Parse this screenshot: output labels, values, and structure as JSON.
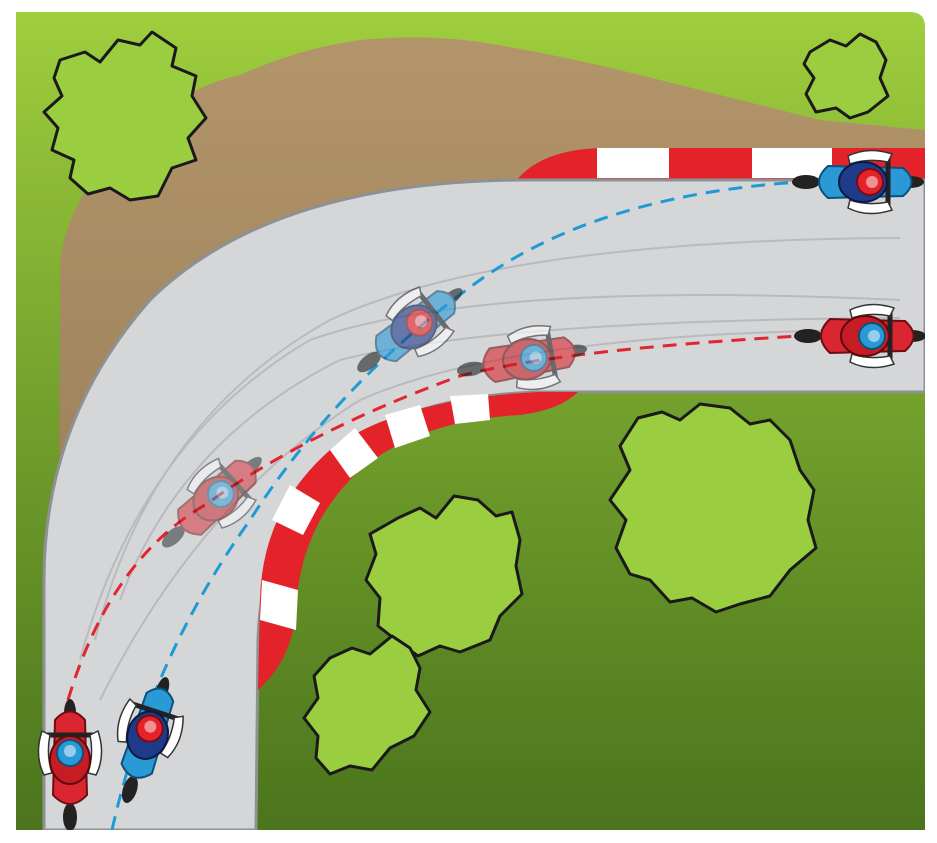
{
  "scene": {
    "colors": {
      "grass_top": "#9ccb3b",
      "grass_bottom": "#4e7a1f",
      "dirt": "#a88a5e",
      "track": "#d4d6d8",
      "track_edge": "#8e9194",
      "kerb_red": "#e4222a",
      "kerb_white": "#ffffff",
      "bush_fill": "#9acd3f",
      "bush_stroke": "#1a1a1a",
      "blue_line": "#1e9bd7",
      "red_line": "#e0262e",
      "blue_bike": "#2a9ad6",
      "red_bike": "#d92630"
    },
    "riders": [
      {
        "name": "blue-rider",
        "color": "#2a9ad6",
        "line_style": "dashed",
        "line_color": "#1e9bd7"
      },
      {
        "name": "red-rider",
        "color": "#d92630",
        "line_style": "dashed",
        "line_color": "#e0262e"
      }
    ]
  }
}
